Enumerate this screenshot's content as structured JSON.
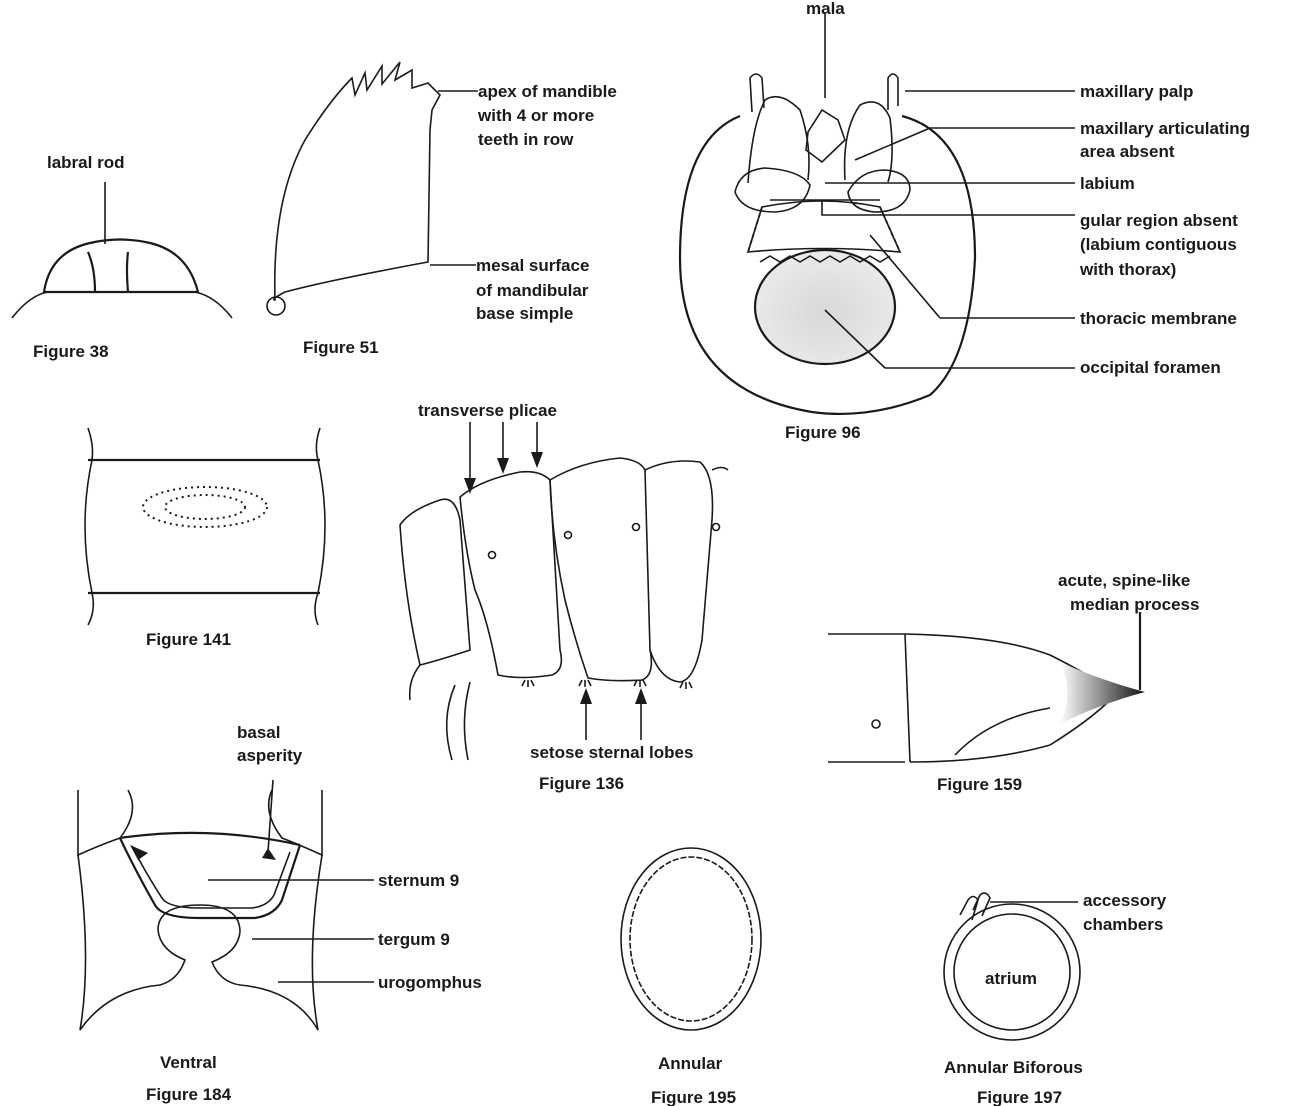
{
  "figures": {
    "fig38": {
      "caption": "Figure 38",
      "labels": {
        "labral_rod": "labral rod"
      }
    },
    "fig51": {
      "caption": "Figure 51",
      "labels": {
        "apex_1": "apex of mandible",
        "apex_2": "with 4 or more",
        "apex_3": "teeth in row",
        "mesal_1": "mesal surface",
        "mesal_2": "of mandibular",
        "mesal_3": "base simple"
      }
    },
    "fig96": {
      "caption": "Figure 96",
      "labels": {
        "mala": "mala",
        "maxillary_palp": "maxillary palp",
        "artic_1": "maxillary articulating",
        "artic_2": "area absent",
        "labium": "labium",
        "gular_1": "gular region absent",
        "gular_2": "(labium contiguous",
        "gular_3": "with thorax)",
        "thoracic_membrane": "thoracic membrane",
        "occipital_foramen": "occipital foramen"
      }
    },
    "fig141": {
      "caption": "Figure 141"
    },
    "fig136": {
      "caption": "Figure 136",
      "labels": {
        "transverse_plicae": "transverse plicae",
        "setose_sternal_lobes": "setose sternal lobes"
      }
    },
    "fig159": {
      "caption": "Figure 159",
      "labels": {
        "acute_1": "acute, spine-like",
        "acute_2": "median process"
      }
    },
    "fig184": {
      "caption": "Figure 184",
      "view": "Ventral",
      "labels": {
        "basal_1": "basal",
        "basal_2": "asperity",
        "sternum": "sternum 9",
        "tergum": "tergum 9",
        "urogomphus": "urogomphus"
      }
    },
    "fig195": {
      "caption": "Figure 195",
      "type": "Annular"
    },
    "fig197": {
      "caption": "Figure 197",
      "type": "Annular Biforous",
      "labels": {
        "accessory_1": "accessory",
        "accessory_2": "chambers",
        "atrium": "atrium"
      }
    }
  }
}
